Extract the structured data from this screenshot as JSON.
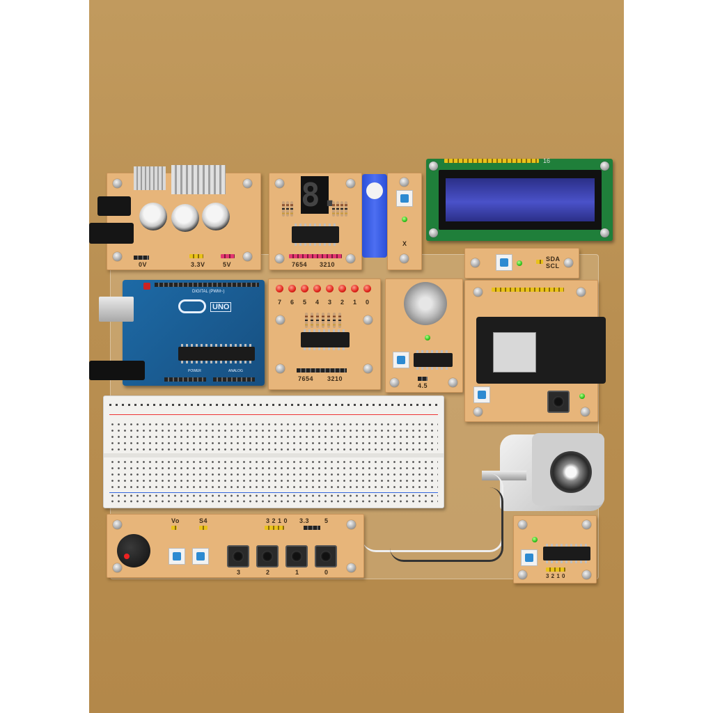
{
  "power_board": {
    "labels": [
      "0V",
      "3.3V",
      "5V"
    ]
  },
  "seven_segment_board": {
    "digit": "8.",
    "bit_labels": [
      "7654",
      "3210"
    ]
  },
  "led_board": {
    "led_numbers": [
      "7",
      "6",
      "5",
      "4",
      "3",
      "2",
      "1",
      "0"
    ],
    "bit_labels": [
      "7654",
      "3210"
    ]
  },
  "arduino": {
    "brand": "UNO",
    "text_top": "DIGITAL (PWM~)",
    "text_bottom_left": "POWER",
    "text_bottom_right": "ANALOG"
  },
  "lcd": {
    "pin_label": "16"
  },
  "i2c_board": {
    "labels": [
      "SDA",
      "SCL"
    ]
  },
  "motor_board": {
    "label": "4.5"
  },
  "servo_board": {
    "label": "X"
  },
  "input_board": {
    "top_labels": [
      "Vo",
      "S4",
      "3 2 1 0",
      "3.3",
      "5"
    ],
    "button_labels": [
      "3",
      "2",
      "1",
      "0"
    ]
  },
  "stepper_board": {
    "label": "3 2 1 0"
  },
  "colors": {
    "pcb": "#e7b57a",
    "background": "#b98f51",
    "arduino_blue": "#1b5a8f",
    "lcd_backlight": "#3a3fb0",
    "nodemcu": "#1c1c1c"
  }
}
